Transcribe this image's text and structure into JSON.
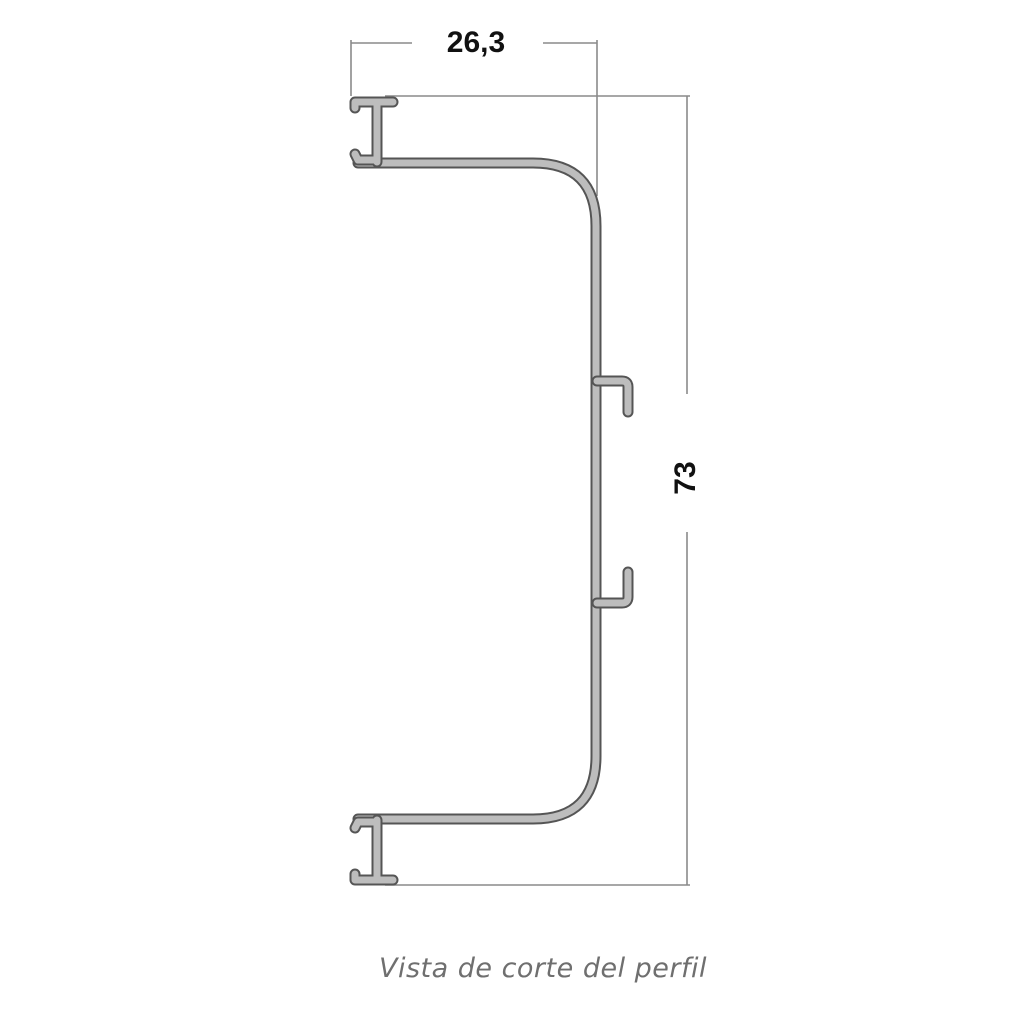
{
  "dimensions": {
    "width_label": "26,3",
    "height_label": "73"
  },
  "caption": "Vista de corte del perfil",
  "colors": {
    "profile_stroke": "#555555",
    "profile_fill": "#bdbdbd",
    "dimension_line": "#8a8a8a",
    "caption_text": "#6f6f6f"
  }
}
